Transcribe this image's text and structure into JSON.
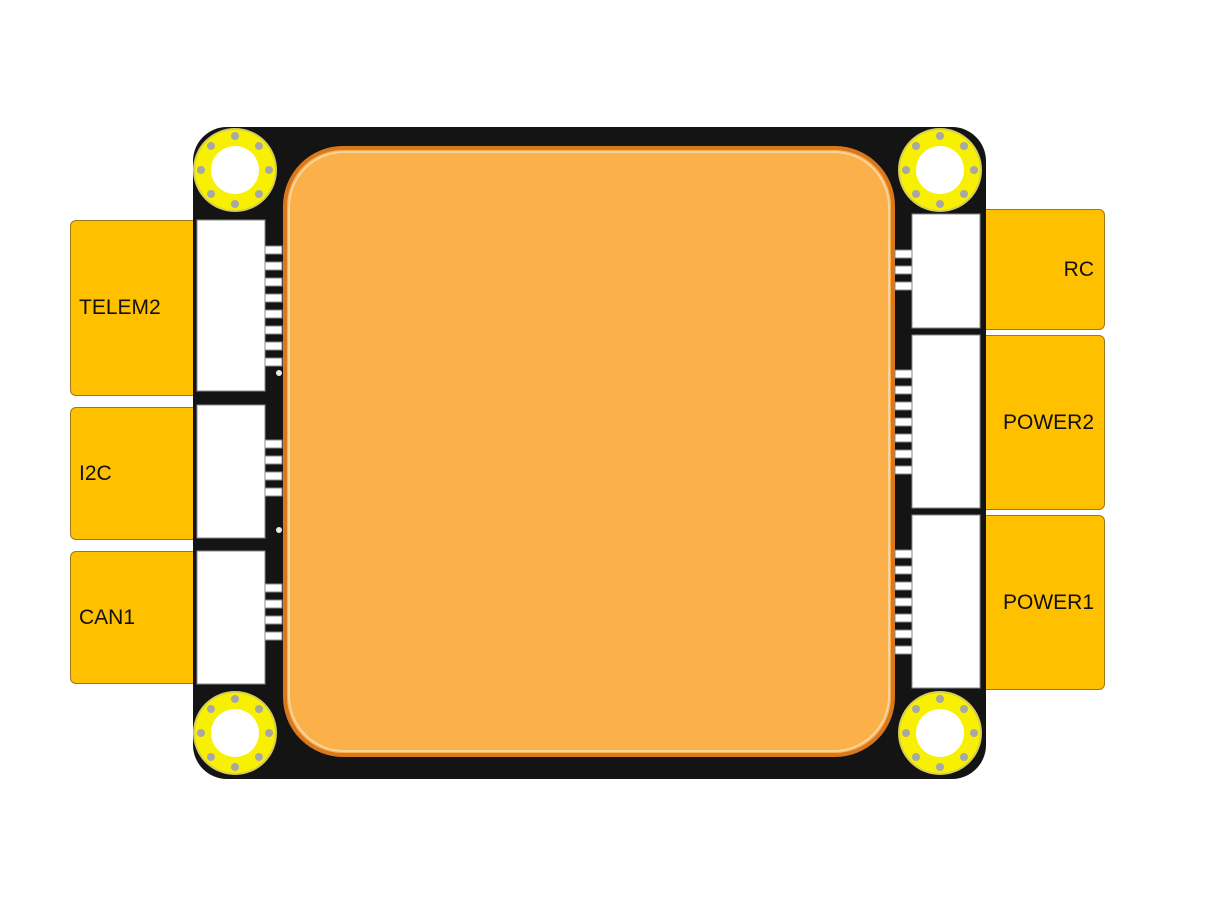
{
  "left_ports": [
    {
      "label": "TELEM2"
    },
    {
      "label": "I2C"
    },
    {
      "label": "CAN1"
    }
  ],
  "right_ports": [
    {
      "label": "RC"
    },
    {
      "label": "POWER2"
    },
    {
      "label": "POWER1"
    }
  ],
  "colors": {
    "board": "#141414",
    "label_fill": "#FFC000",
    "center_fill": "#FBB04A",
    "center_stroke": "#D9781C",
    "mount_ring": "#F7F000",
    "connector": "#FFFFFF"
  }
}
